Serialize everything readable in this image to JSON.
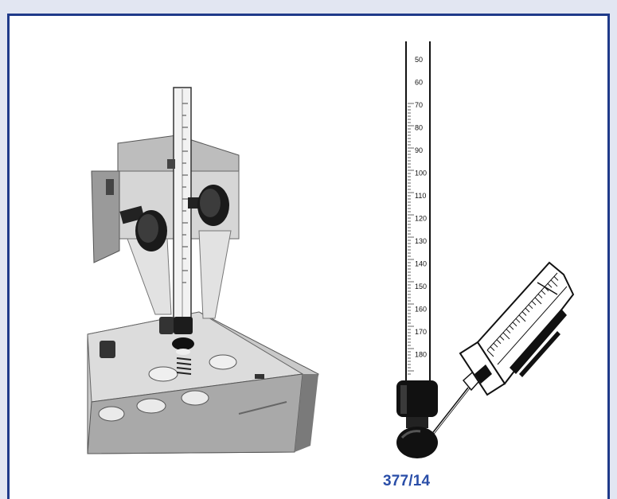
{
  "figure": {
    "caption": "377/14",
    "caption_color": "#2a4ea8",
    "border_color": "#1f3a8a",
    "background_color": "#e2e6f2",
    "scale_labels": [
      "50",
      "60",
      "70",
      "80",
      "90",
      "100",
      "110",
      "120",
      "130",
      "140",
      "150",
      "160",
      "170",
      "180"
    ]
  }
}
